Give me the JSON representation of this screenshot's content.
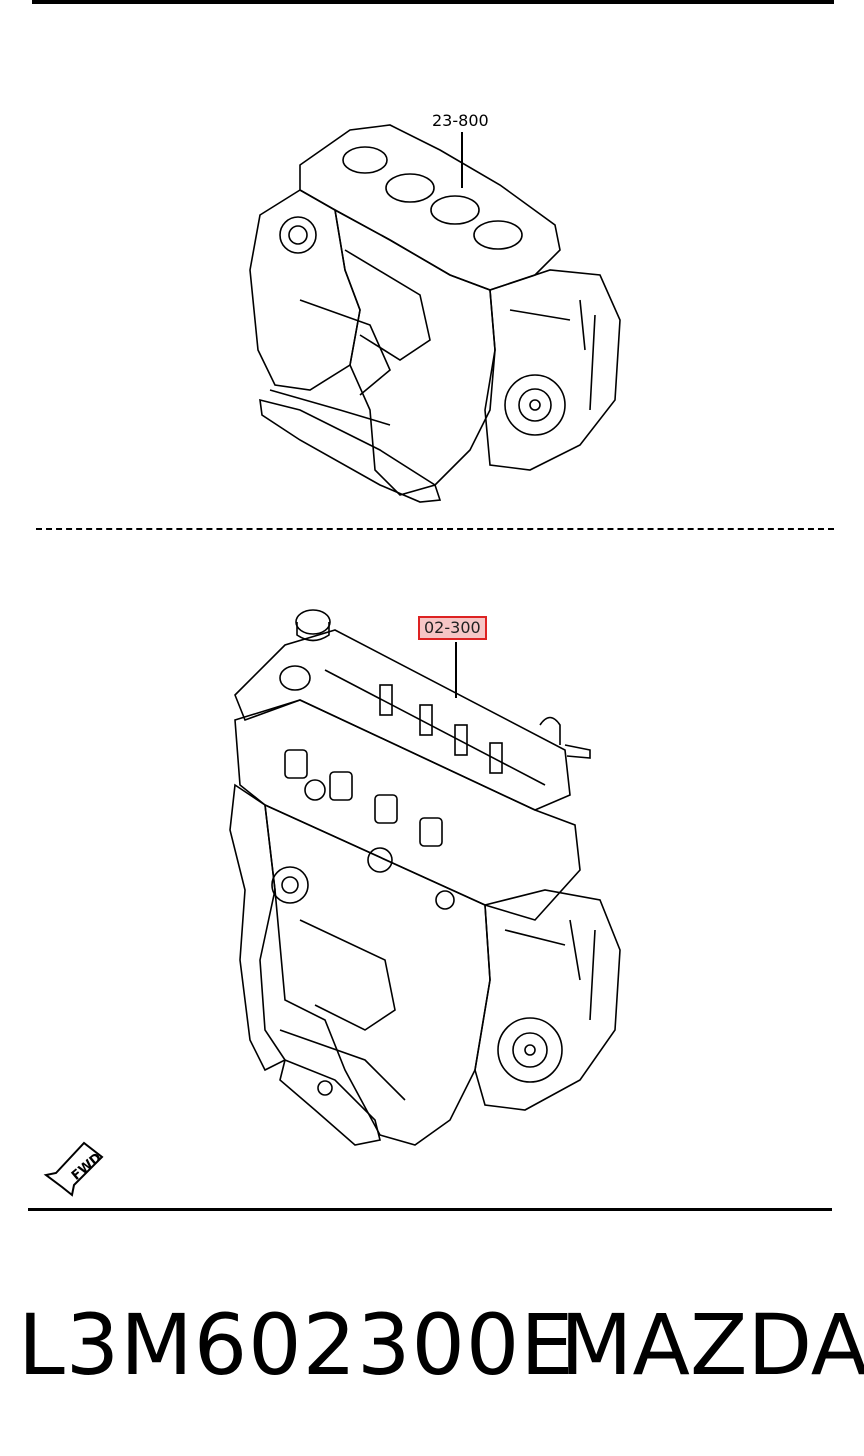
{
  "diagram": {
    "callouts": {
      "block_assembly": "23-800",
      "engine_assembly": "02-300"
    },
    "highlight_color": "#d22222",
    "highlight_fill": "#f6c6c6",
    "fwd_label": "FWD",
    "drawings": [
      {
        "id": "cylinder-block",
        "icon": "engine-block-line-drawing"
      },
      {
        "id": "engine-assembly",
        "icon": "engine-assembly-line-drawing"
      }
    ]
  },
  "footer": {
    "part_number": "L3M602300E",
    "brand": "MAZDA"
  }
}
